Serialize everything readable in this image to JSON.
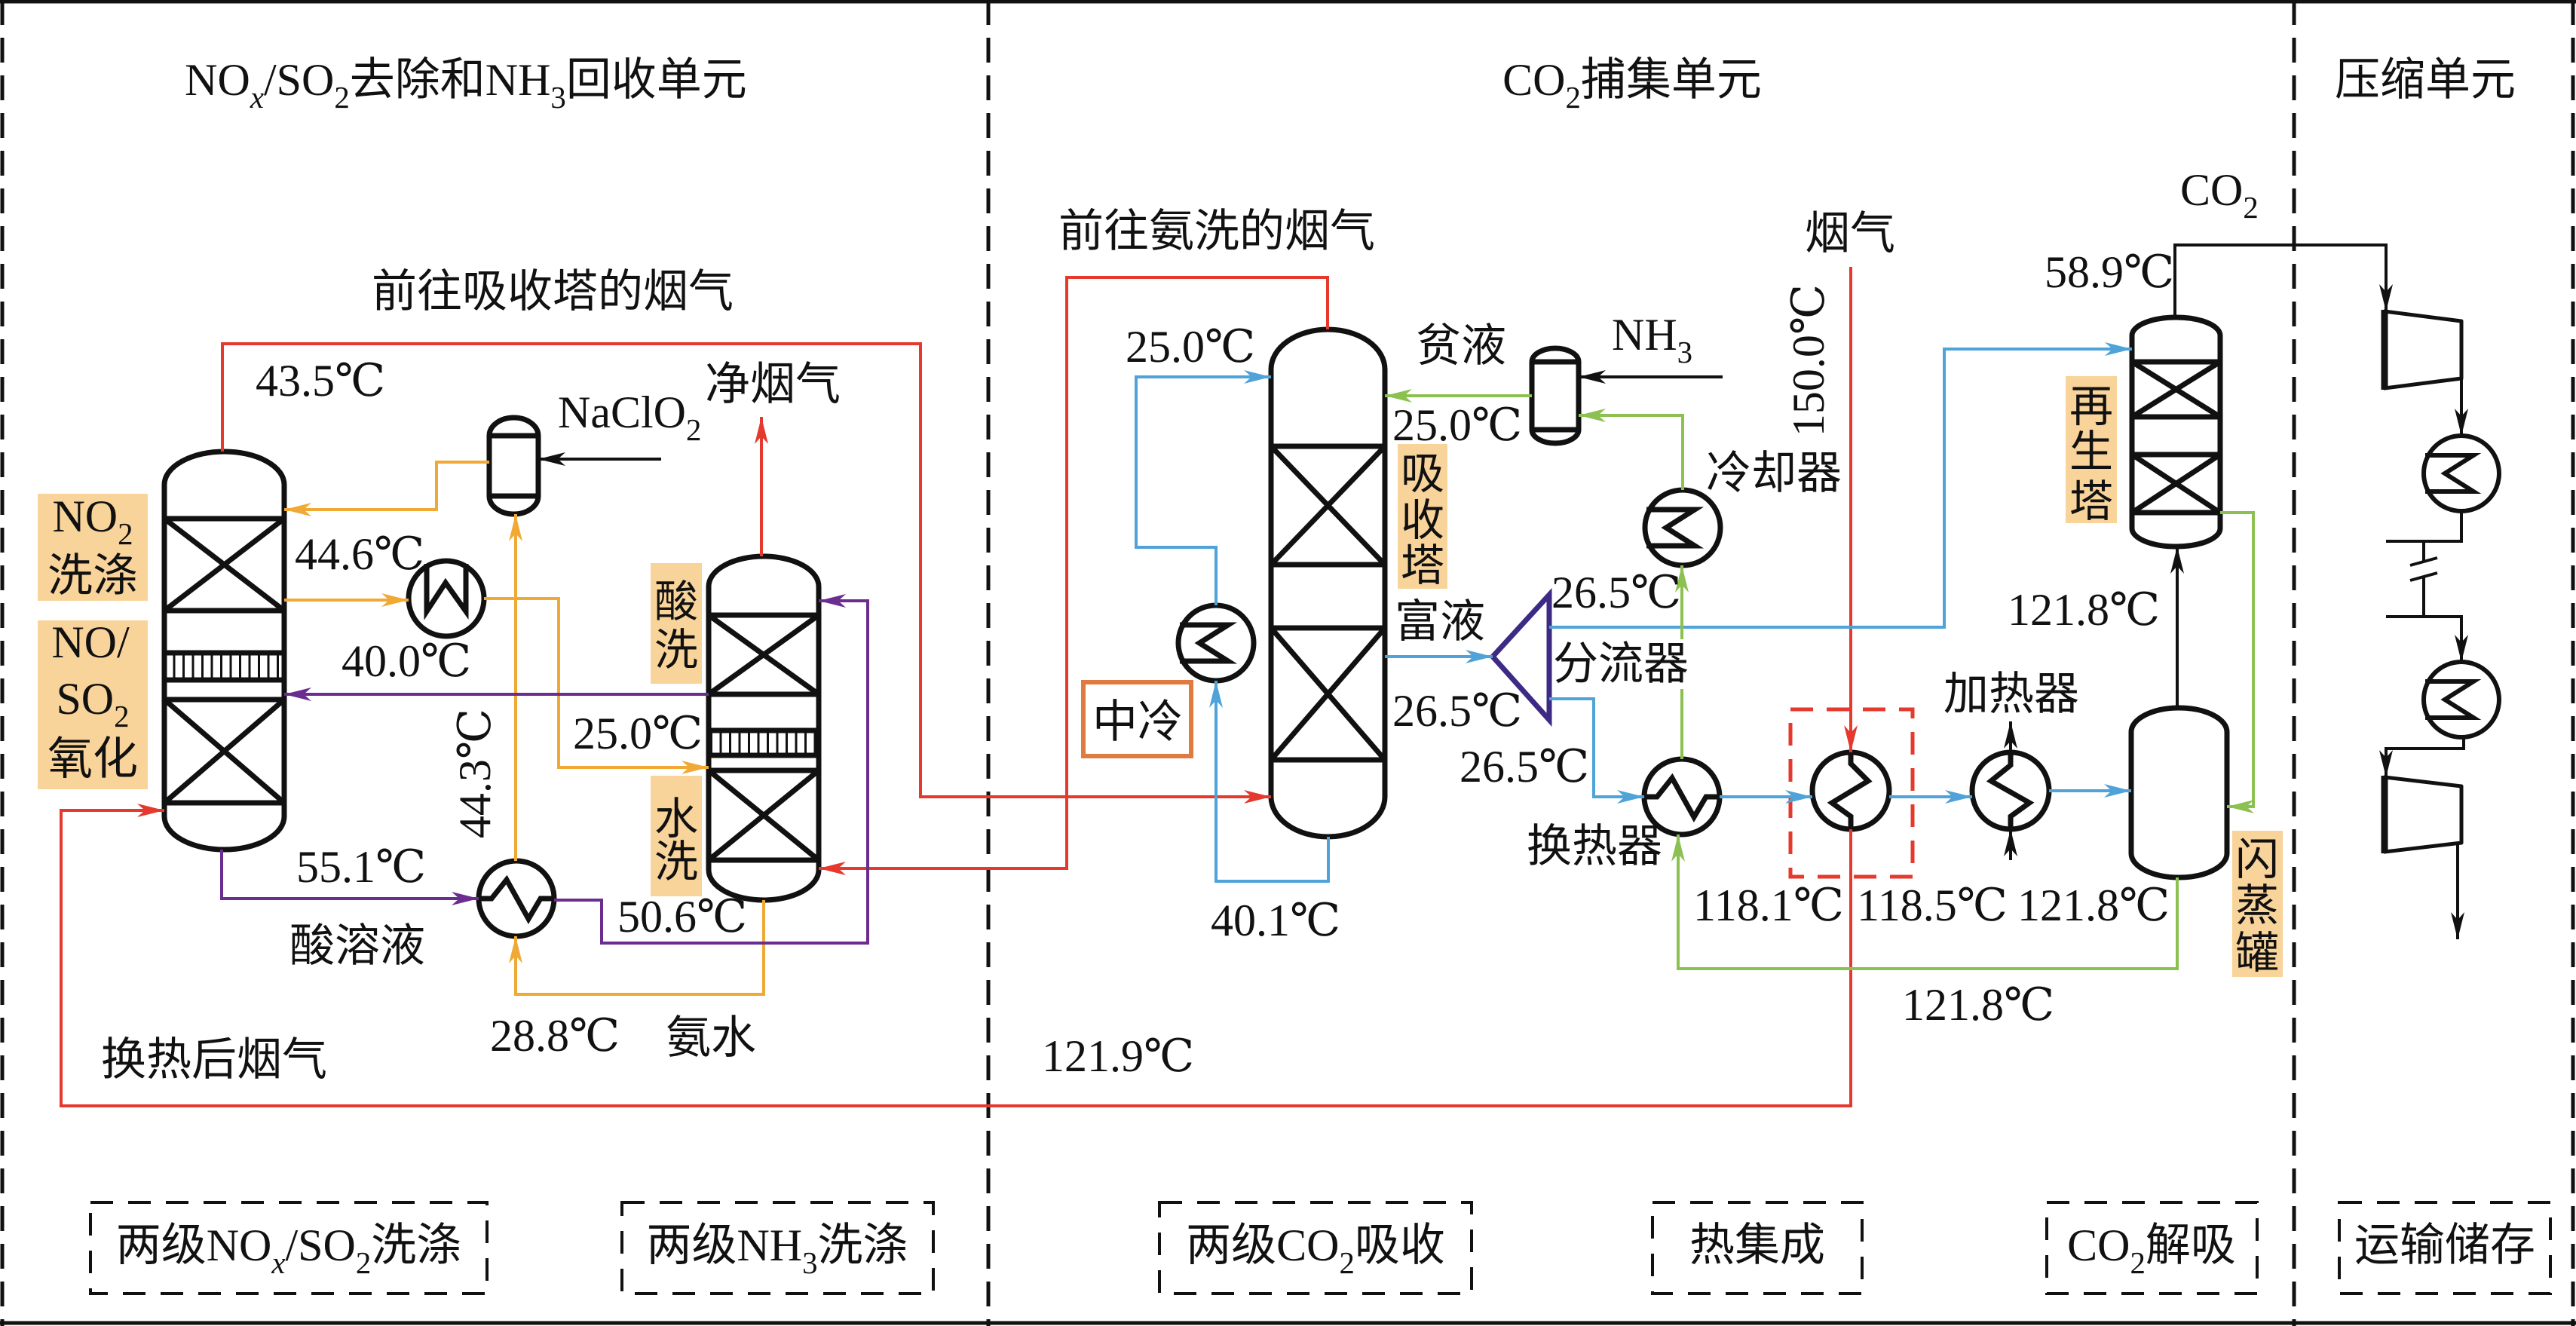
{
  "units": {
    "nox_so2_nh3": "NOₓ/SO₂去除和NH₃回收单元",
    "co2_capture": "CO₂捕集单元",
    "compression": "压缩单元"
  },
  "stages": [
    "两级NOₓ/SO₂洗涤",
    "两级NH₃洗涤",
    "两级CO₂吸收",
    "热集成",
    "CO₂解吸",
    "运输储存"
  ],
  "labels": {
    "no2_wash": [
      "NO₂",
      "洗涤"
    ],
    "no_so2_oxidation": [
      "NO/",
      "SO₂",
      "氧化"
    ],
    "acid_wash": [
      "酸",
      "洗"
    ],
    "water_wash": [
      "水",
      "洗"
    ],
    "absorber": [
      "吸",
      "收",
      "塔"
    ],
    "regenerator": [
      "再",
      "生",
      "塔"
    ],
    "flash_tank": [
      "闪",
      "蒸",
      "罐"
    ],
    "intercooling": "中冷",
    "splitter": "分流器",
    "cooler": "冷却器",
    "heat_exchanger": "换热器",
    "heater": "加热器"
  },
  "streams": {
    "to_absorber_gas": "前往吸收塔的烟气",
    "to_ammonia_wash_gas": "前往氨洗的烟气",
    "clean_flue_gas": "净烟气",
    "naclo2": "NaClO₂",
    "acid_solution": "酸溶液",
    "ammonia_water": "氨水",
    "flue_gas_after_hx": "换热后烟气",
    "lean_solvent": "贫液",
    "rich_solvent": "富液",
    "nh3": "NH₃",
    "flue_gas": "烟气",
    "co2": "CO₂"
  },
  "temperatures": {
    "nox_column_top_gas": "43.5℃",
    "no2_wash_liquid_out": "44.6℃",
    "cooler_out": "40.0℃",
    "ammonia_water_heated": "44.3℃",
    "nh3_wash_liquid_in": "25.0℃",
    "acid_solution": "55.1℃",
    "acid_solution_return": "50.6℃",
    "ammonia_water": "28.8℃",
    "intercooling_return": "25.0℃",
    "lean_solvent": "25.0℃",
    "rich_solvent_out": "26.5℃",
    "splitter_out_bottom": "26.5℃",
    "splitter_out_top": "26.5℃",
    "intercooling_draw": "40.1℃",
    "flue_gas_after_hx": "121.9℃",
    "flue_gas_in": "150.0℃",
    "hx_rich_out": "118.1℃",
    "flue_hx_rich_out": "118.5℃",
    "heater_out": "121.8℃",
    "flash_liquid": "121.8℃",
    "flash_vapor": "121.8℃",
    "co2_out": "58.9℃"
  },
  "colors": {
    "flue-gas-line": "#e5392e",
    "wash-liquid-line": "#f0a935",
    "acid-solution-line": "#6b2d8f",
    "rich-solvent-line": "#4fa3d8",
    "lean-solvent-line": "#8cc152",
    "splitter": "#3d2a85",
    "unit-label-highlight": "#f9d49a",
    "intercooling-box": "#e07b3f",
    "heat-integration-box": "#e5392e"
  }
}
